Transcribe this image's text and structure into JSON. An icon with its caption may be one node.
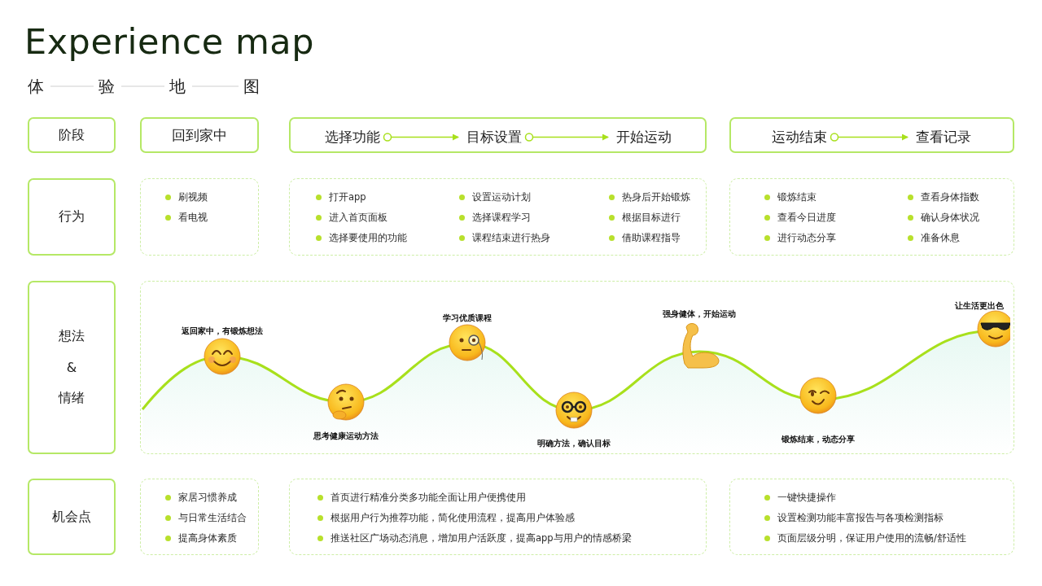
{
  "diagram": {
    "title": "Experience map",
    "nodes": [
      {
        "text": [
          "阶段"
        ]
      },
      {
        "text": [
          "回到家中"
        ]
      },
      {
        "text": [],
        "shape": "box"
      },
      {
        "text": [
          "选择功能"
        ],
        "in": 2
      },
      {
        "text": [
          "目标设置"
        ],
        "in": 2
      },
      {
        "text": [
          "开始运动"
        ],
        "in": 2
      },
      {
        "text": [],
        "shape": "box"
      },
      {
        "text": [
          "运动结束"
        ],
        "in": 6
      },
      {
        "text": [
          "查看记录"
        ],
        "in": 6
      },
      {
        "text": [
          "行为"
        ]
      },
      {
        "text": [
          "刷视频",
          "看电视"
        ]
      },
      {
        "text": [
          "打开app",
          "进入首页面板",
          "选择要使用的功能",
          "设置运动计划",
          "选择课程学习",
          "课程结束进行热身",
          "热身后开始锻炼",
          "根据目标进行",
          "借助课程指导"
        ]
      },
      {
        "text": [
          "锻炼结束",
          "查看今日进度",
          "进行动态分享",
          "查看身体指数",
          "确认身体状况",
          "准备休息"
        ]
      },
      {
        "text": [
          "想法",
          "&",
          "情绪"
        ]
      },
      {
        "text": [],
        "shape": "box"
      },
      {
        "text": [
          "机会点"
        ]
      },
      {
        "text": [
          "家居习惯养成",
          "与日常生活结合",
          "提高身体素质"
        ]
      },
      {
        "text": [
          "首页进行精准分类多功能全面让用户便携使用",
          "根据用户行为推荐功能，简化使用流程，提高用户体验感",
          "推送社区广场动态消息，增加用户活跃度，提高app与用户的情感桥梁"
        ]
      },
      {
        "text": [
          "一键快捷操作",
          "设置检测功能丰富报告与各项检测指标",
          "页面层级分明，保证用户使用的流畅/舒适性"
        ]
      }
    ],
    "edges": [
      {
        "from": 3,
        "to": 4,
        "arrow": "to"
      },
      {
        "from": 4,
        "to": 5,
        "arrow": "to"
      },
      {
        "from": 7,
        "to": 8,
        "arrow": "to"
      }
    ],
    "labels": [
      "体",
      "验",
      "地",
      "图",
      "返回家中，有锻炼想法",
      "思考健康运动方法",
      "学习优质课程",
      "明确方法，确认目标",
      "强身健体，开始运动",
      "锻炼结束，动态分享",
      "让生活更出色"
    ]
  }
}
